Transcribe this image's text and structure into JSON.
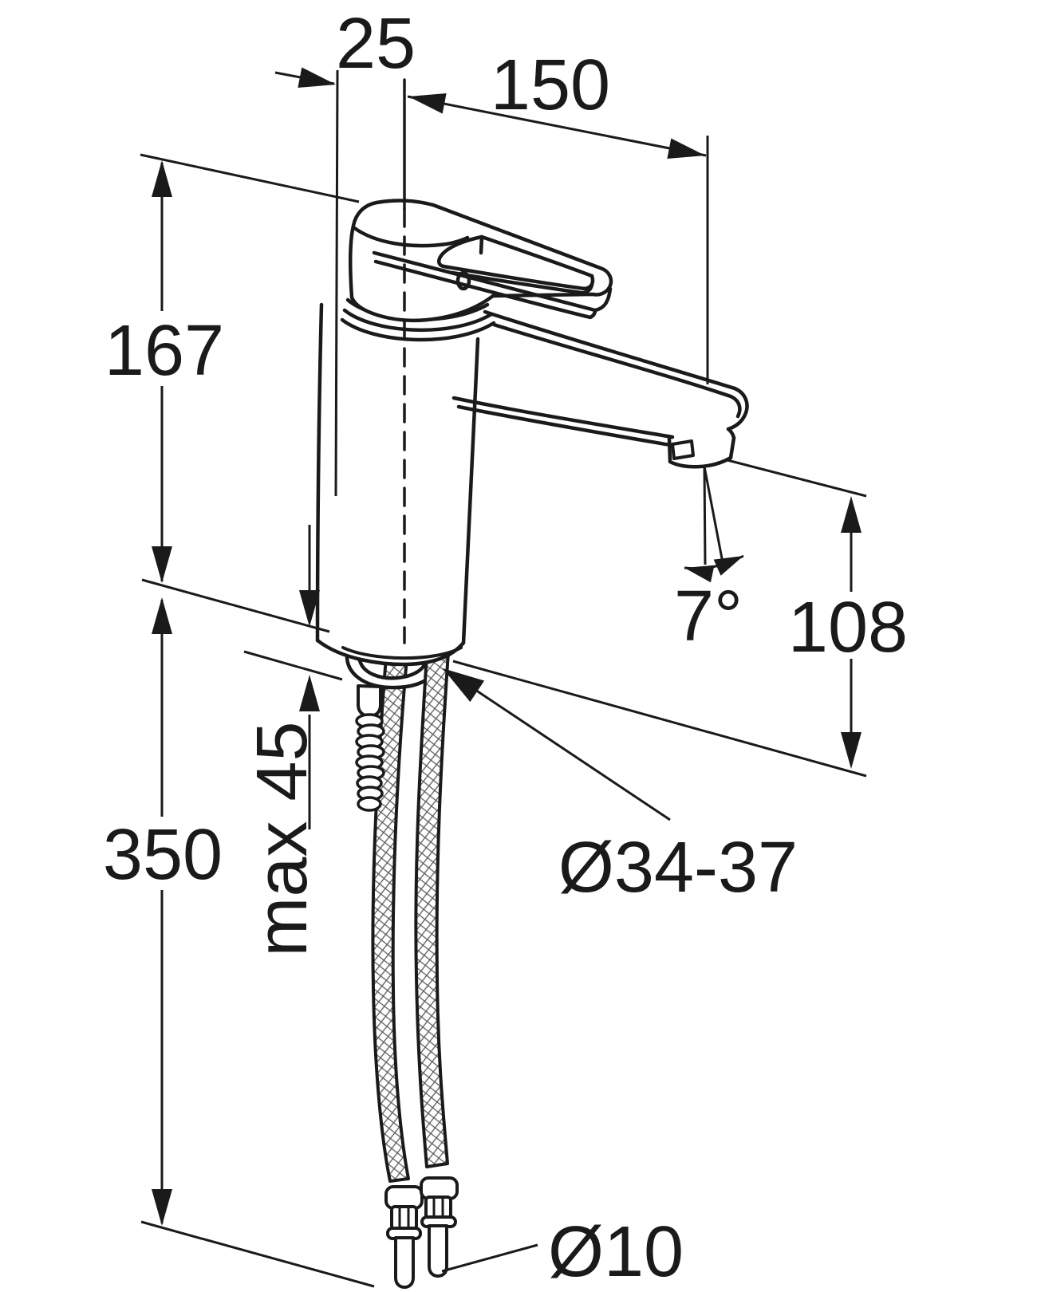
{
  "diagram": {
    "type": "technical-dimension-drawing",
    "subject": "single-lever basin mixer faucet, side view with flexible supply hoses",
    "background_color": "#ffffff",
    "line_color": "#1a1a1a",
    "labels": {
      "handle_overhang": "25",
      "spout_reach": "150",
      "total_height": "167",
      "spout_outlet_height": "108",
      "outlet_angle": "7°",
      "max_deck_thickness": "max 45",
      "hose_length": "350",
      "mounting_hole_diameter": "Ø34-37",
      "hose_end_diameter": "Ø10"
    }
  }
}
